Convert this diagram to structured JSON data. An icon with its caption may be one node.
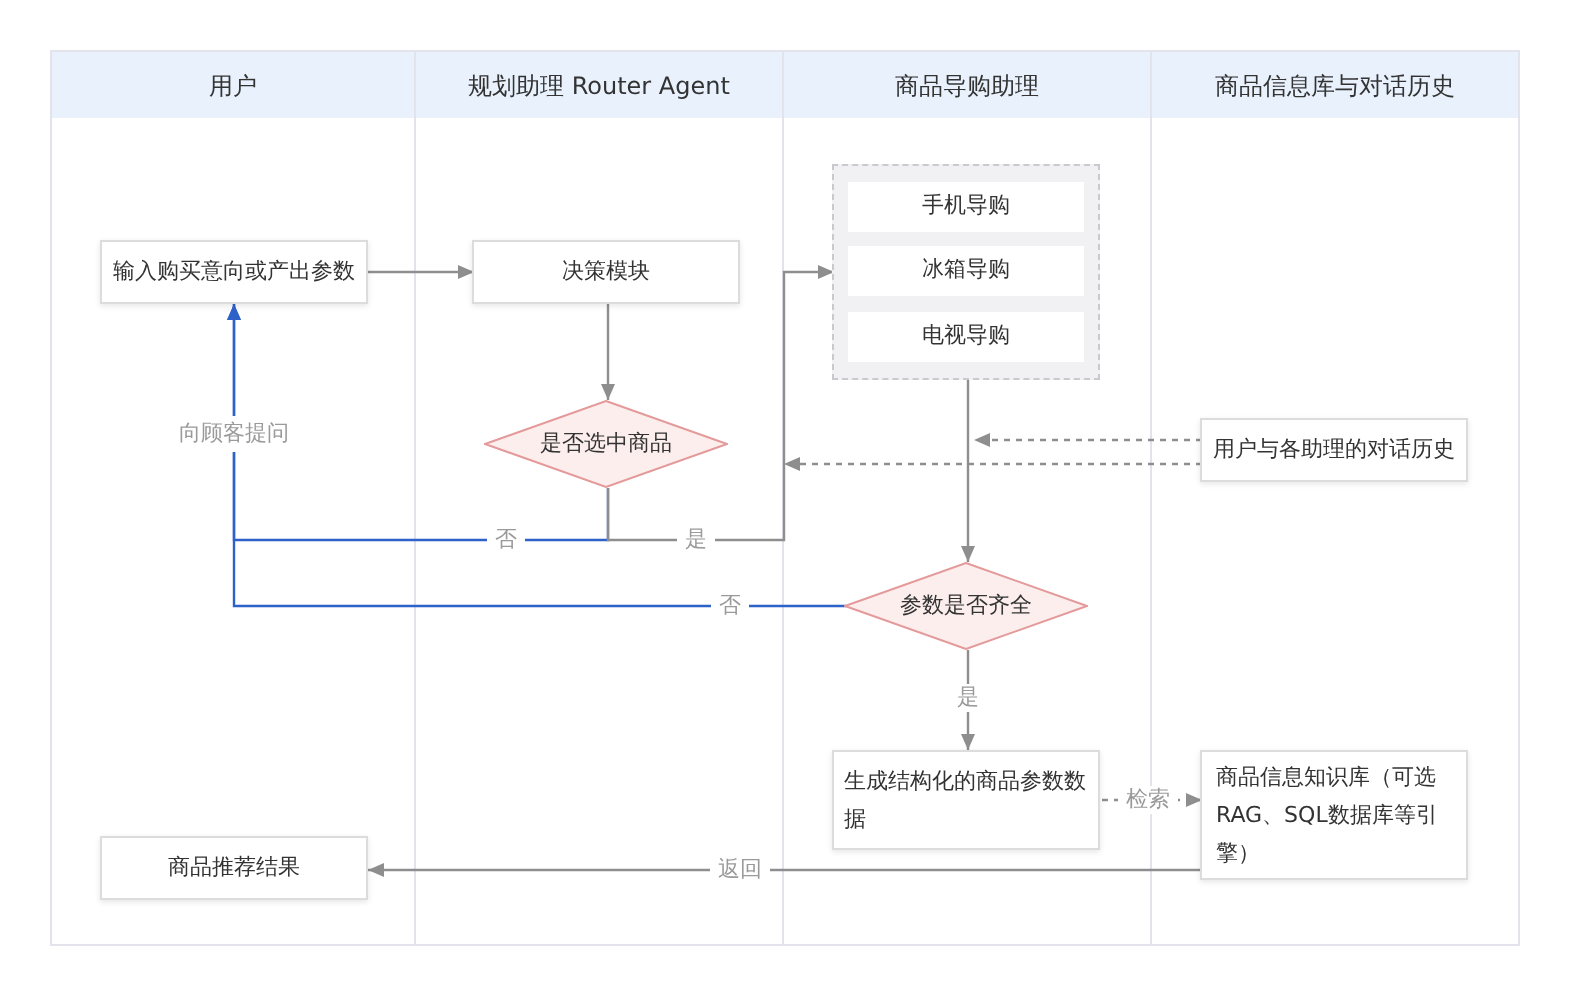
{
  "diagram": {
    "nodes": [
      {
        "text": [
          "用户"
        ]
      },
      {
        "text": [
          "规划助理 Router Agent"
        ]
      },
      {
        "text": [
          "商品导购助理"
        ]
      },
      {
        "text": [
          "商品信息库与对话历史"
        ]
      },
      {
        "text": [
          "输入购买意向或产出参数"
        ],
        "in": 0
      },
      {
        "text": [
          "决策模块"
        ],
        "in": 1
      },
      {
        "text": [
          "是否选中商品"
        ],
        "in": 1
      },
      {
        "text": [],
        "shape": "box",
        "in": 2
      },
      {
        "text": [
          "手机导购"
        ],
        "in": 7
      },
      {
        "text": [
          "冰箱导购"
        ],
        "in": 7
      },
      {
        "text": [
          "电视导购"
        ],
        "in": 7
      },
      {
        "text": [
          "用户与各助理的对话历史"
        ],
        "in": 3
      },
      {
        "text": [
          "参数是否齐全"
        ],
        "in": 2
      },
      {
        "text": [
          "生成结构化的商品参数数据"
        ],
        "in": 2
      },
      {
        "text": [
          "商品信息知识库（可选RAG、SQL数据库等引擎）"
        ],
        "in": 3
      },
      {
        "text": [
          "商品推荐结果"
        ],
        "in": 0
      }
    ],
    "edges": [
      {
        "from": 4,
        "to": 5,
        "arrow": "to"
      },
      {
        "from": 5,
        "to": 6,
        "arrow": "to"
      },
      {
        "from": 6,
        "to": 7,
        "arrow": "to",
        "label": "是"
      },
      {
        "from": 6,
        "to": 4,
        "arrow": "to",
        "label": "否",
        "color": "#2f62c9"
      },
      {
        "from": 7,
        "to": 12,
        "arrow": "to"
      },
      {
        "from": 11,
        "to": null,
        "arrow": "to",
        "style": "dashed"
      },
      {
        "from": 11,
        "to": 1,
        "arrow": "to",
        "style": "dashed"
      },
      {
        "from": 12,
        "to": 4,
        "arrow": "to",
        "label": "否",
        "color": "#2f62c9"
      },
      {
        "from": 12,
        "to": 13,
        "arrow": "to",
        "label": "是"
      },
      {
        "from": 13,
        "to": 14,
        "arrow": "to",
        "label": "检索",
        "style": "dashed"
      },
      {
        "from": 14,
        "to": 15,
        "arrow": "to",
        "label": "返回"
      }
    ],
    "labels": [
      "向顾客提问"
    ]
  }
}
